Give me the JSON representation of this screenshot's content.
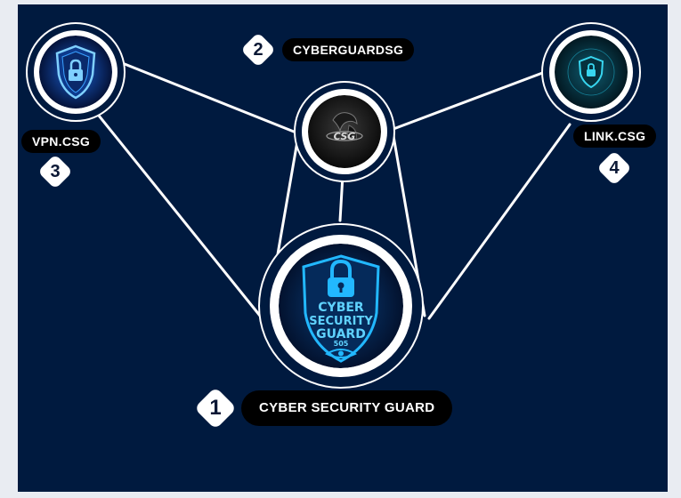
{
  "nodes": {
    "main": {
      "label": "CYBER SECURITY GUARD",
      "badge": "1",
      "art_lines": [
        "CYBER",
        "SECURITY",
        "GUARD",
        "505"
      ]
    },
    "center": {
      "label": "CYBERGUARDSG",
      "badge": "2",
      "art_text": "CSG"
    },
    "left": {
      "label": "VPN.CSG",
      "badge": "3"
    },
    "right": {
      "label": "LINK.CSG",
      "badge": "4"
    }
  },
  "colors": {
    "background": "#001a3f",
    "page": "#e9ecf2",
    "node_ring": "#ffffff",
    "label_bg": "#000000",
    "glow": "#22b8ff"
  }
}
